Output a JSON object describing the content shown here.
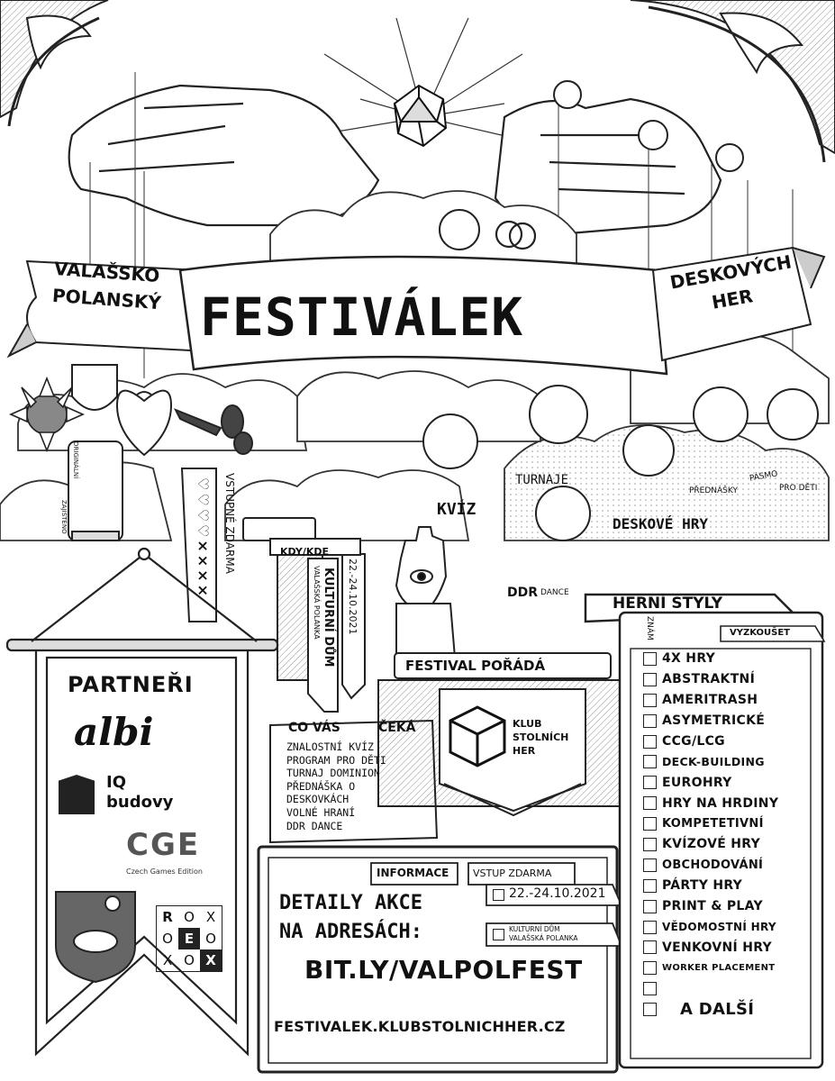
{
  "title": {
    "left_top": "VALAŠSKO",
    "left_bottom": "POLANSKÝ",
    "main": "FESTIVÁLEK",
    "right_top": "DESKOVÝCH",
    "right_bottom": "HER"
  },
  "ticket_labels": {
    "vertical_left": "ORIGINÁLNÍ",
    "vertical_left2": "ZAJIŠTĚNO",
    "entry": "VSTUPNÉ ZDARMA",
    "ticket_marks": "♡♡♡♡××××"
  },
  "activities": {
    "kviz": "KVÍZ",
    "turnaje": "TURNAJE",
    "prednasky": "PŘEDNÁŠKY",
    "pasmo": "PÁSMO",
    "pro_deti": "PRO DĚTI",
    "deskove_hry": "DESKOVÉ HRY",
    "ddr": "DDR",
    "dance": "DANCE"
  },
  "when_where": {
    "label": "KDY/KDE",
    "place_1": "VALAŠSKÁ POLANKA",
    "place_2": "KULTURNÍ DŮM",
    "dates": "22.-24.10.2021"
  },
  "organizer": {
    "label": "FESTIVAL POŘÁDÁ",
    "name_1": "KLUB",
    "name_2": "STOLNÍCH",
    "name_3": "HER"
  },
  "partners": {
    "label": "PARTNEŘI",
    "albi": "albi",
    "iq_1": "IQ",
    "iq_2": "budovy",
    "cge_logo": "CGE",
    "cge_name": "Czech Games Edition",
    "rox": [
      "R",
      "O",
      "X",
      "O",
      "E",
      "O",
      "X",
      "O",
      "X"
    ]
  },
  "what_awaits": {
    "label_1": "CO VÁS",
    "label_2": "ČEKÁ",
    "items": [
      "ZNALOSTNÍ KVÍZ",
      "PROGRAM PRO DĚTI",
      "TURNAJ DOMINION",
      "PŘEDNÁŠKA O",
      "DESKOVKÁCH",
      "VOLNÉ HRANÍ",
      "DDR DANCE"
    ]
  },
  "info": {
    "tag": "INFORMACE",
    "entry": "VSTUP ZDARMA",
    "date": "22.-24.10.2021",
    "place_1": "KULTURNÍ DŮM",
    "place_2": "VALAŠSKÁ POLANKA",
    "details_1": "DETAILY AKCE",
    "details_2": "NA ADRESÁCH:",
    "link_1": "BIT.LY/VALPOLFEST",
    "link_2": "FESTIVALEK.KLUBSTOLNICHHER.CZ"
  },
  "styles": {
    "header": "HERNÍ STYLY",
    "know": "ZNÁM",
    "try": "VYZKOUŠET",
    "items": [
      "4X HRY",
      "ABSTRAKTNÍ",
      "AMERITRASH",
      "ASYMETRICKÉ",
      "CCG/LCG",
      "DECK-BUILDING",
      "EUROHRY",
      "HRY NA HRDINY",
      "KOMPETETIVNÍ",
      "KVÍZOVÉ HRY",
      "OBCHODOVÁNÍ",
      "PÁRTY HRY",
      "PRINT & PLAY",
      "VĚDOMOSTNÍ HRY",
      "VENKOVNÍ HRY",
      "WORKER PLACEMENT",
      "",
      "A DALŠÍ"
    ]
  },
  "colors": {
    "ink": "#111111",
    "paper": "#ffffff",
    "shade": "#cfcfcf",
    "dark": "#555555"
  },
  "icons": [
    "d20-die-icon",
    "hand-eye-icon",
    "heart-icon",
    "sun-icon",
    "scissors-icon",
    "cube-icon",
    "sheep-crest-icon",
    "onion-icon",
    "ring-icon"
  ]
}
